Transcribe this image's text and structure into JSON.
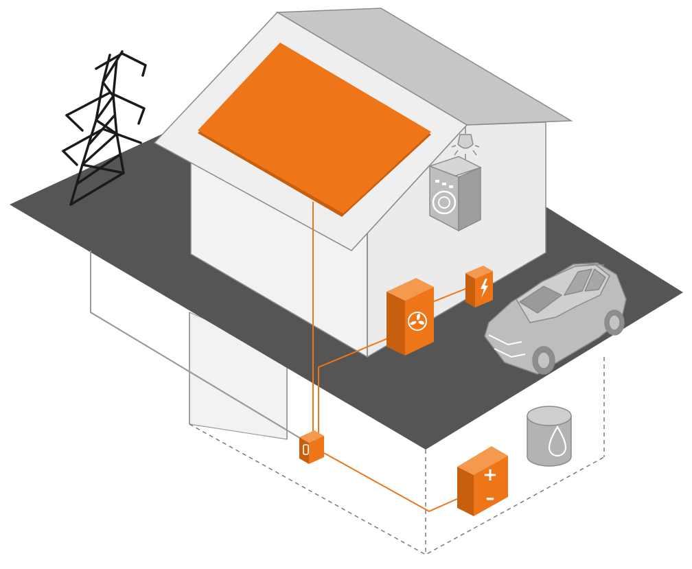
{
  "diagram": {
    "kind": "home-energy-system-isometric",
    "colors": {
      "accent": "#EE7518",
      "accent_dark": "#C85F0F",
      "accent_light": "#F39A4E",
      "ground": "#555555",
      "wall_fill": "#F0F0F0",
      "wall_stroke": "#8A8A8A",
      "roof_gray": "#C6C6C6",
      "appliance_gray": "#BDBDBD",
      "tower_black": "#1A1A1A",
      "wire_gray": "#8A8A8A"
    },
    "components": [
      {
        "id": "power-grid-tower",
        "icon": "transmission-tower-icon"
      },
      {
        "id": "solar-panel",
        "icon": "solar-panel-icon"
      },
      {
        "id": "ceiling-light",
        "icon": "light-bulb-icon"
      },
      {
        "id": "washing-machine",
        "icon": "washing-machine-icon"
      },
      {
        "id": "heat-pump",
        "icon": "fan-icon"
      },
      {
        "id": "ev-charger",
        "icon": "lightning-bolt-icon"
      },
      {
        "id": "electric-car",
        "icon": "car-icon"
      },
      {
        "id": "energy-meter",
        "icon": "meter-icon"
      },
      {
        "id": "battery-storage",
        "icon": "battery-icon"
      },
      {
        "id": "water-tank",
        "icon": "water-drop-icon"
      }
    ],
    "battery_symbols": {
      "plus": "+",
      "minus": "–"
    }
  }
}
